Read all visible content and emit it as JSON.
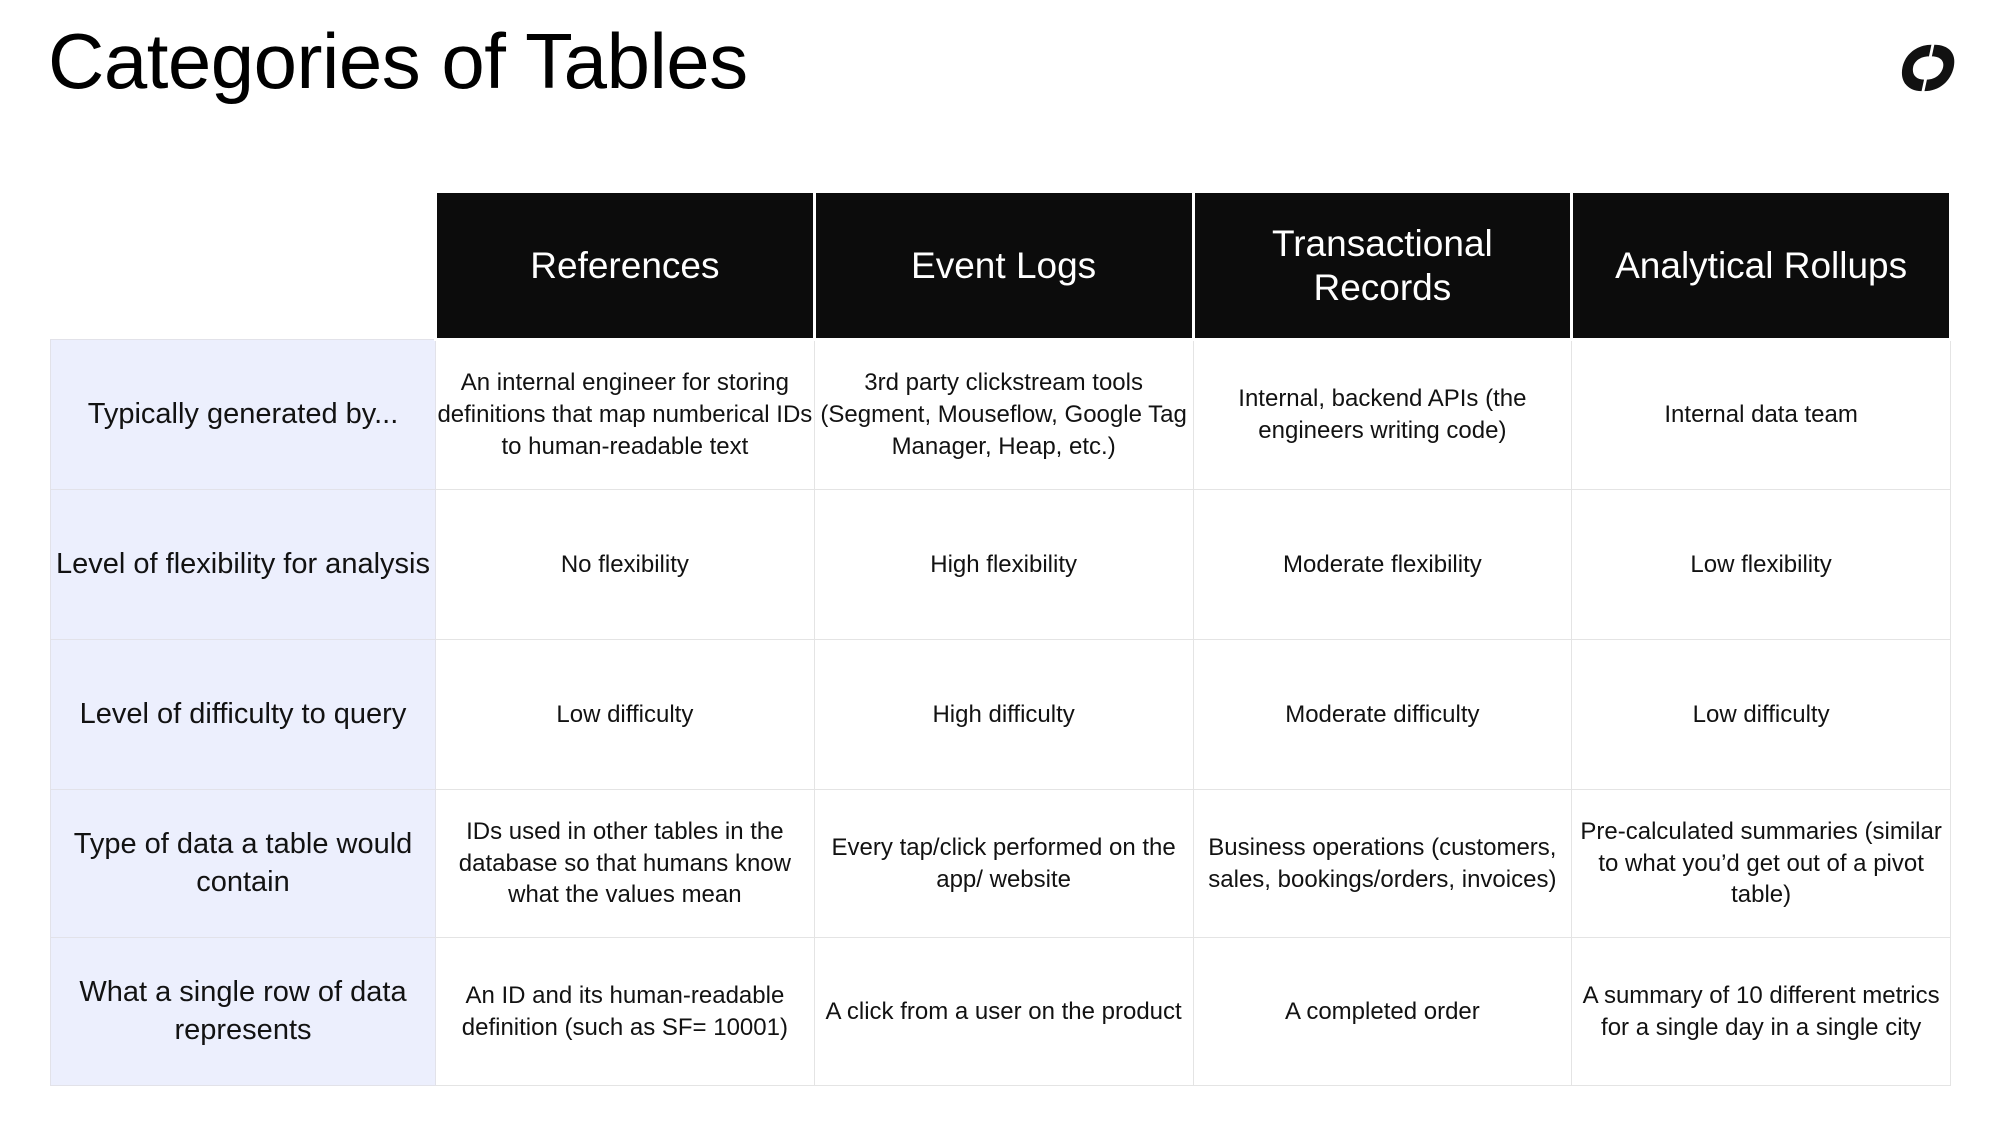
{
  "slide": {
    "title": "Categories of Tables",
    "logo_icon": "double-chevron-logo-icon"
  },
  "table": {
    "corner_label": "",
    "column_headers": [
      "References",
      "Event Logs",
      "Transactional Records",
      "Analytical Rollups"
    ],
    "row_headers": [
      "Typically generated by...",
      "Level of flexibility for analysis",
      "Level of difficulty to query",
      "Type of data a table would contain",
      "What a single row of data represents"
    ],
    "rows": [
      [
        "An internal engineer for storing definitions that map numberical IDs to human-readable text",
        "3rd party clickstream tools (Segment, Mouseflow, Google Tag Manager, Heap, etc.)",
        "Internal, backend APIs (the engineers writing code)",
        "Internal data team"
      ],
      [
        "No flexibility",
        "High flexibility",
        "Moderate flexibility",
        "Low flexibility"
      ],
      [
        "Low difficulty",
        "High difficulty",
        "Moderate difficulty",
        "Low difficulty"
      ],
      [
        "IDs used in other tables in the database so that humans know what the values mean",
        "Every tap/click performed on the app/ website",
        "Business operations (customers, sales, bookings/orders, invoices)",
        "Pre-calculated summaries (similar to what you’d get out of a pivot table)"
      ],
      [
        "An ID and its human-readable definition (such as SF= 10001)",
        "A click from a user on the product",
        "A completed order",
        "A summary of 10 different metrics for a single day in a single city"
      ]
    ]
  },
  "colors": {
    "header_bg": "#0c0c0c",
    "header_text": "#ffffff",
    "row_header_bg": "#ecefFD",
    "cell_bg": "#ffffff",
    "grid_line": "#e4e4e4",
    "page_bg": "#ffffff",
    "text": "#121212"
  }
}
